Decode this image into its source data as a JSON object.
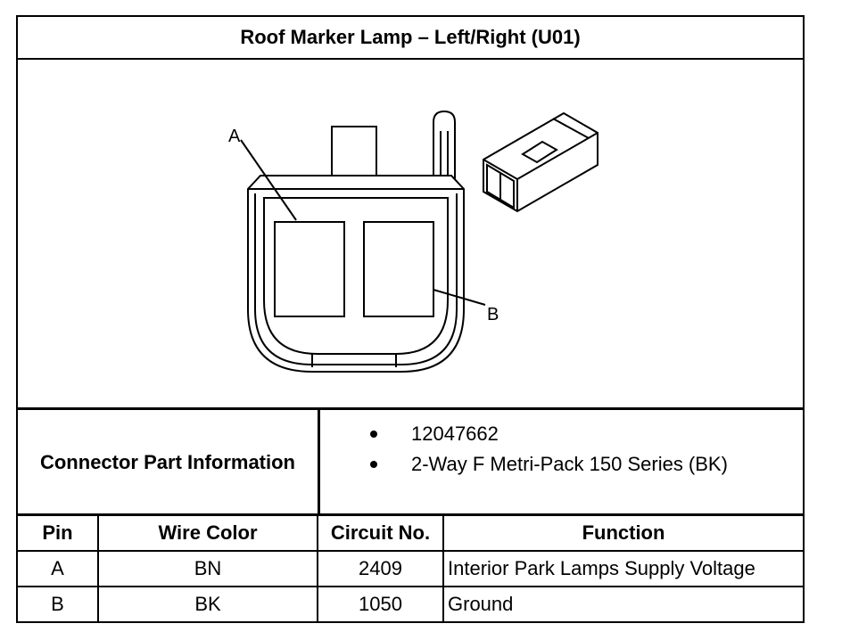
{
  "title": "Roof Marker Lamp – Left/Right (U01)",
  "figure": {
    "callouts": [
      "A",
      "B"
    ]
  },
  "connector_info": {
    "label": "Connector Part Information",
    "items": [
      "12047662",
      "2-Way F Metri-Pack 150 Series (BK)"
    ]
  },
  "pin_table": {
    "headers": [
      "Pin",
      "Wire Color",
      "Circuit No.",
      "Function"
    ],
    "rows": [
      [
        "A",
        "BN",
        "2409",
        "Interior Park Lamps Supply Voltage"
      ],
      [
        "B",
        "BK",
        "1050",
        "Ground"
      ]
    ]
  }
}
